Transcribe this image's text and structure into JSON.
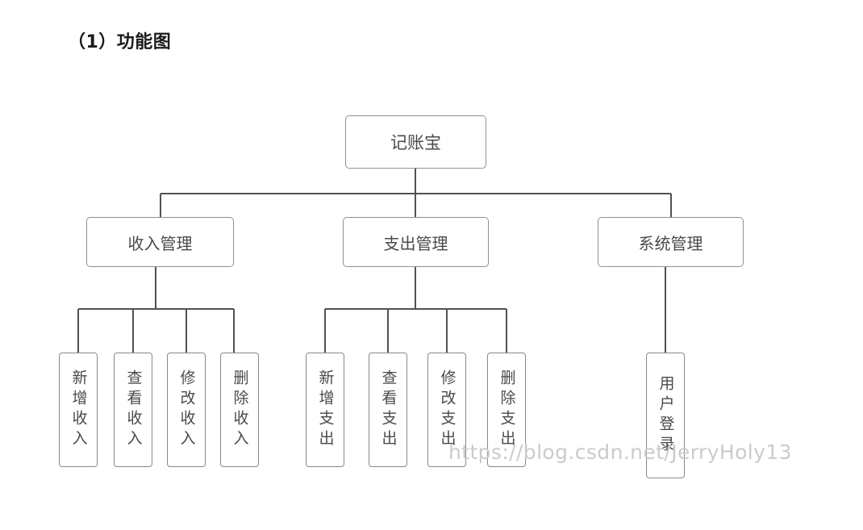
{
  "page": {
    "title": "（1）功能图",
    "background_color": "#ffffff",
    "node_border_color": "#8e9294",
    "node_text_color": "#4a4a4a",
    "connector_color": "#4e5355"
  },
  "watermark": {
    "text": "https://blog.csdn.net/JerryHoly13",
    "color": "#c9cbcc"
  },
  "chart_data": {
    "type": "tree",
    "title": "（1）功能图",
    "root": "记账宝",
    "nodes": [
      {
        "id": "root",
        "label": "记账宝",
        "level": 0,
        "parent": null,
        "orientation": "horizontal"
      },
      {
        "id": "income",
        "label": "收入管理",
        "level": 1,
        "parent": "root",
        "orientation": "horizontal"
      },
      {
        "id": "expense",
        "label": "支出管理",
        "level": 1,
        "parent": "root",
        "orientation": "horizontal"
      },
      {
        "id": "system",
        "label": "系统管理",
        "level": 1,
        "parent": "root",
        "orientation": "horizontal"
      },
      {
        "id": "income-add",
        "label": "新增收入",
        "level": 2,
        "parent": "income",
        "orientation": "vertical"
      },
      {
        "id": "income-view",
        "label": "查看收入",
        "level": 2,
        "parent": "income",
        "orientation": "vertical"
      },
      {
        "id": "income-edit",
        "label": "修改收入",
        "level": 2,
        "parent": "income",
        "orientation": "vertical"
      },
      {
        "id": "income-delete",
        "label": "删除收入",
        "level": 2,
        "parent": "income",
        "orientation": "vertical"
      },
      {
        "id": "expense-add",
        "label": "新增支出",
        "level": 2,
        "parent": "expense",
        "orientation": "vertical"
      },
      {
        "id": "expense-view",
        "label": "查看支出",
        "level": 2,
        "parent": "expense",
        "orientation": "vertical"
      },
      {
        "id": "expense-edit",
        "label": "修改支出",
        "level": 2,
        "parent": "expense",
        "orientation": "vertical"
      },
      {
        "id": "expense-delete",
        "label": "删除支出",
        "level": 2,
        "parent": "expense",
        "orientation": "vertical"
      },
      {
        "id": "system-login",
        "label": "用户登录",
        "level": 2,
        "parent": "system",
        "orientation": "vertical"
      }
    ],
    "edges": [
      {
        "from": "root",
        "to": "income"
      },
      {
        "from": "root",
        "to": "expense"
      },
      {
        "from": "root",
        "to": "system"
      },
      {
        "from": "income",
        "to": "income-add"
      },
      {
        "from": "income",
        "to": "income-view"
      },
      {
        "from": "income",
        "to": "income-edit"
      },
      {
        "from": "income",
        "to": "income-delete"
      },
      {
        "from": "expense",
        "to": "expense-add"
      },
      {
        "from": "expense",
        "to": "expense-view"
      },
      {
        "from": "expense",
        "to": "expense-edit"
      },
      {
        "from": "expense",
        "to": "expense-delete"
      },
      {
        "from": "system",
        "to": "system-login"
      }
    ]
  },
  "nodes": {
    "root": {
      "label": "记账宝"
    },
    "income": {
      "label": "收入管理"
    },
    "expense": {
      "label": "支出管理"
    },
    "system": {
      "label": "系统管理"
    },
    "income_add": {
      "label": "新增收入"
    },
    "income_view": {
      "label": "查看收入"
    },
    "income_edit": {
      "label": "修改收入"
    },
    "income_delete": {
      "label": "删除收入"
    },
    "expense_add": {
      "label": "新增支出"
    },
    "expense_view": {
      "label": "查看支出"
    },
    "expense_edit": {
      "label": "修改支出"
    },
    "expense_delete": {
      "label": "删除支出"
    },
    "system_login": {
      "label": "用户登录"
    }
  }
}
